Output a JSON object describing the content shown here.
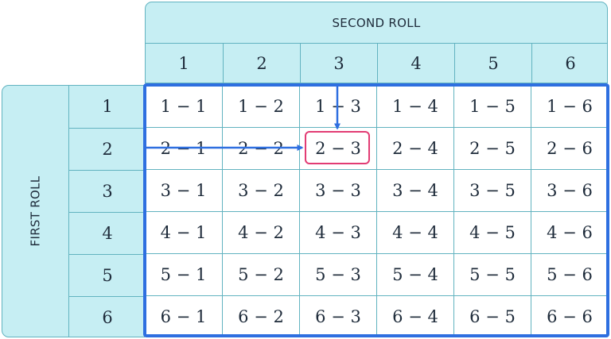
{
  "second_roll": {
    "title": "SECOND ROLL",
    "columns": [
      "1",
      "2",
      "3",
      "4",
      "5",
      "6"
    ]
  },
  "first_roll": {
    "title": "FIRST ROLL",
    "rows": [
      "1",
      "2",
      "3",
      "4",
      "5",
      "6"
    ]
  },
  "outcomes": [
    [
      "1 − 1",
      "1 − 2",
      "1 − 3",
      "1 − 4",
      "1 − 5",
      "1 − 6"
    ],
    [
      "2 − 1",
      "2 − 2",
      "2 − 3",
      "2 − 4",
      "2 − 5",
      "2 − 6"
    ],
    [
      "3 − 1",
      "3 − 2",
      "3 − 3",
      "3 − 4",
      "3 − 5",
      "3 − 6"
    ],
    [
      "4 − 1",
      "4 − 2",
      "4 − 3",
      "4 − 4",
      "4 − 5",
      "4 − 6"
    ],
    [
      "5 − 1",
      "5 − 2",
      "5 − 3",
      "5 − 4",
      "5 − 5",
      "5 − 6"
    ],
    [
      "6 − 1",
      "6 − 2",
      "6 − 3",
      "6 − 4",
      "6 − 5",
      "6 − 6"
    ]
  ],
  "highlight": {
    "row": 2,
    "column": 3
  },
  "colors": {
    "header_fill": "#c6eef3",
    "grid_line": "#62b3c0",
    "outline_blue": "#2e6fe0",
    "highlight_pink": "#e23c74",
    "text": "#1e2b3a"
  }
}
